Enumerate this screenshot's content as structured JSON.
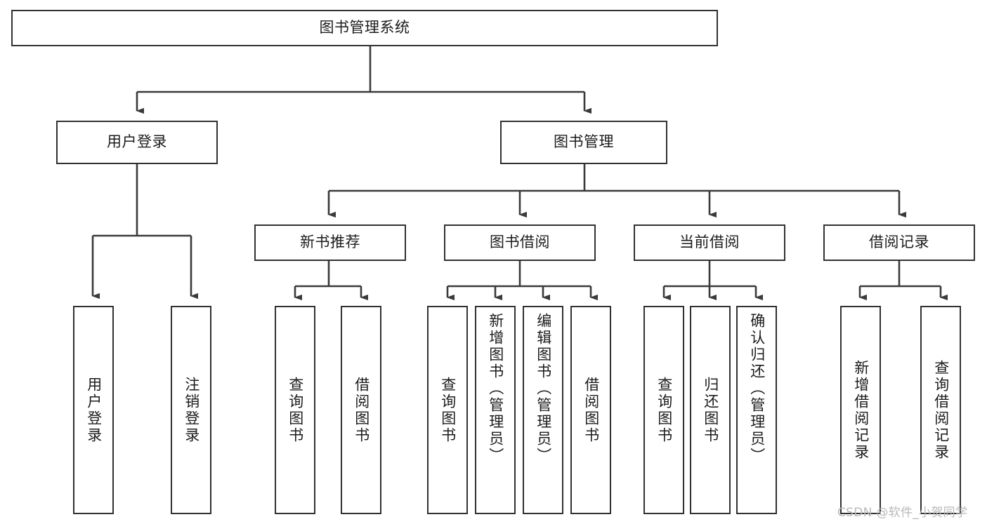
{
  "diagram": {
    "type": "tree-hierarchy",
    "title": "图书管理系统",
    "watermark": "CSDN @软件_小贺同学",
    "colors": {
      "background": "#ffffff",
      "box_border": "#33312f",
      "box_fill": "#ffffff",
      "text": "#1c1c1c",
      "edge": "#3a3a3a",
      "watermark": "#b9b9b9"
    },
    "levels": {
      "root": {
        "label": "图书管理系统"
      },
      "level2": [
        {
          "label": "用户登录"
        },
        {
          "label": "图书管理"
        }
      ],
      "level3": [
        {
          "label": "新书推荐"
        },
        {
          "label": "图书借阅"
        },
        {
          "label": "当前借阅"
        },
        {
          "label": "借阅记录"
        }
      ],
      "leaves_user_login": [
        {
          "label": "用户登录"
        },
        {
          "label": "注销登录"
        }
      ],
      "leaves_new_book": [
        {
          "label": "查询图书"
        },
        {
          "label": "借阅图书"
        }
      ],
      "leaves_borrow": [
        {
          "label": "查询图书"
        },
        {
          "label": "新增图书（管理员）"
        },
        {
          "label": "编辑图书（管理员）"
        },
        {
          "label": "借阅图书"
        }
      ],
      "leaves_current": [
        {
          "label": "查询图书"
        },
        {
          "label": "归还图书"
        },
        {
          "label": "确认归还（管理员）"
        }
      ],
      "leaves_record": [
        {
          "label": "新增借阅记录"
        },
        {
          "label": "查询借阅记录"
        }
      ]
    }
  }
}
